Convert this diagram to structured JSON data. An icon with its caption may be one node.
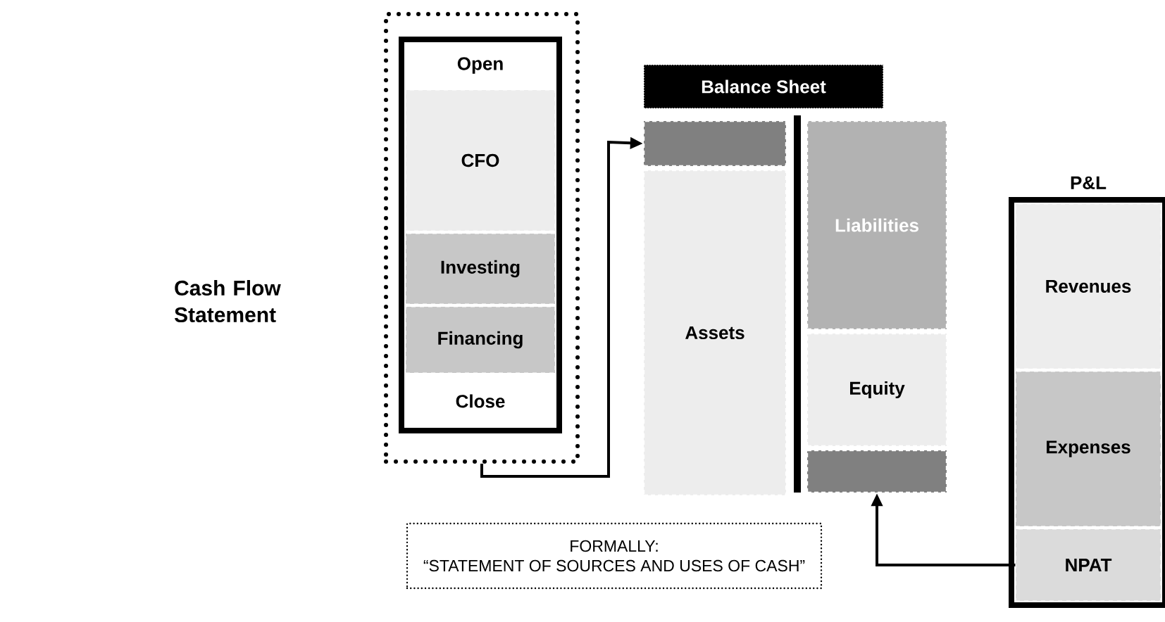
{
  "diagram": {
    "nodes": [
      {
        "text": [],
        "shape": "box"
      },
      {
        "text": [],
        "shape": "box",
        "in": 0
      },
      {
        "text": [
          "Open"
        ],
        "in": 1
      },
      {
        "text": [
          "CFO"
        ],
        "in": 1
      },
      {
        "text": [
          "Investing"
        ],
        "in": 1
      },
      {
        "text": [
          "Financing"
        ],
        "in": 1
      },
      {
        "text": [
          "Close"
        ],
        "in": 1
      },
      {
        "text": [
          "Balance Sheet"
        ]
      },
      {
        "text": [],
        "shape": "box"
      },
      {
        "text": [
          "Assets"
        ]
      },
      {
        "text": [
          "Liabilities"
        ]
      },
      {
        "text": [
          "Equity"
        ]
      },
      {
        "text": [],
        "shape": "box"
      },
      {
        "text": [
          "P&L"
        ]
      },
      {
        "text": [
          "Revenues"
        ],
        "in": 13
      },
      {
        "text": [
          "Expenses"
        ],
        "in": 13
      },
      {
        "text": [
          "NPAT"
        ],
        "in": 13
      },
      {
        "text": [
          "FORMALLY:",
          "“STATEMENT OF SOURCES AND USES OF CASH”"
        ]
      }
    ],
    "edges": [
      {
        "from": 0,
        "to": 8,
        "arrow": "to"
      },
      {
        "from": 16,
        "to": 12,
        "arrow": "to"
      }
    ],
    "labels": [
      "Cash Flow Statement"
    ]
  }
}
